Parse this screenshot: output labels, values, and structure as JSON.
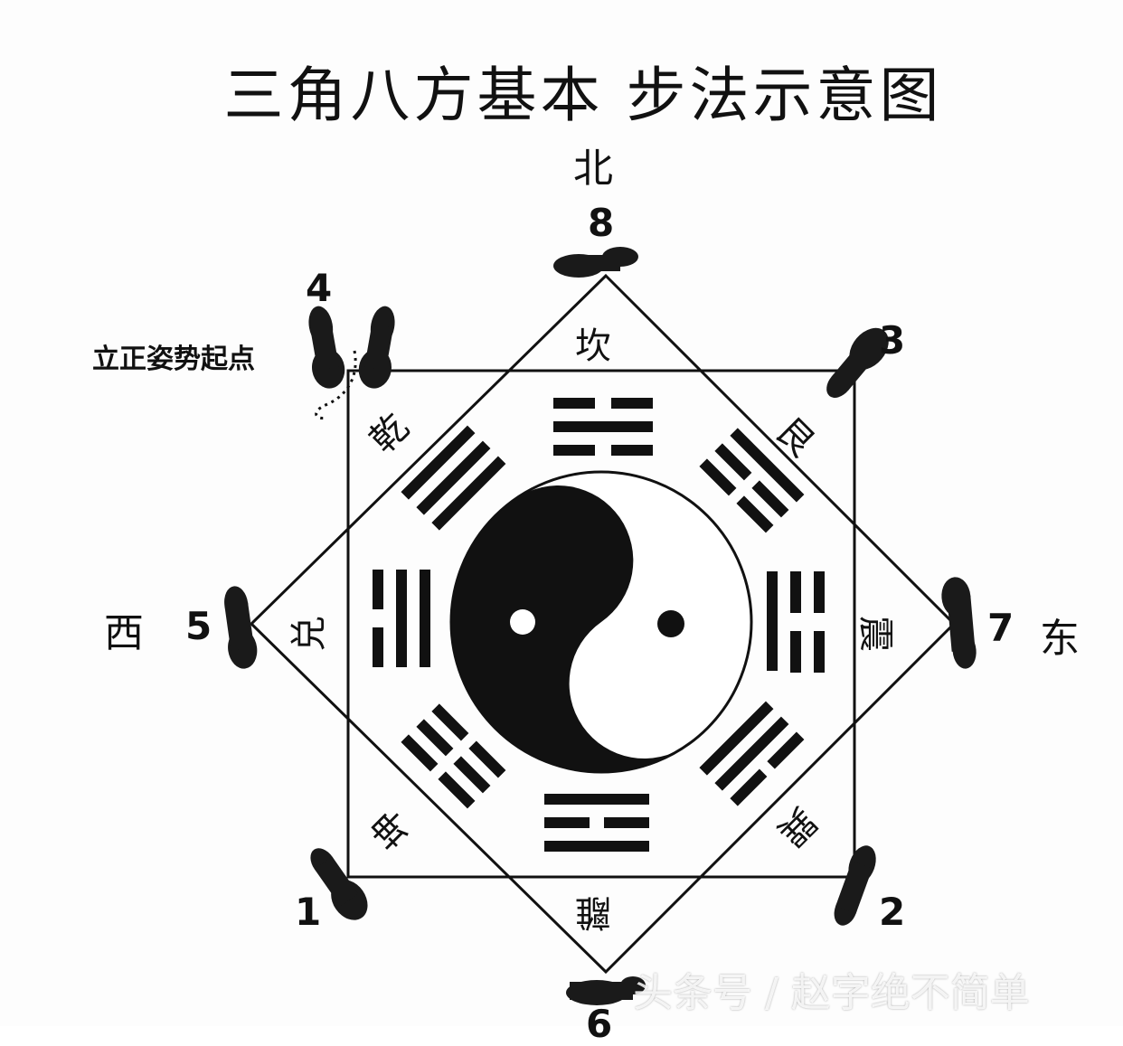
{
  "title": "三角八方基本 步法示意图",
  "directions": {
    "north": "北",
    "west": "西",
    "east": "东"
  },
  "start_label": "立正姿势起点",
  "step_numbers": {
    "s1": "1",
    "s2": "2",
    "s3": "3",
    "s4": "4",
    "s5": "5",
    "s6": "6",
    "s7": "7",
    "s8": "8"
  },
  "trigrams": {
    "kan": "坎",
    "gen": "艮",
    "zhen": "震",
    "xun": "巽",
    "li": "離",
    "kun": "坤",
    "dui": "兑",
    "qian": "乾"
  },
  "watermark": "头条号 / 赵字绝不简单",
  "colors": {
    "ink": "#111111",
    "paper": "#fdfdfd"
  }
}
